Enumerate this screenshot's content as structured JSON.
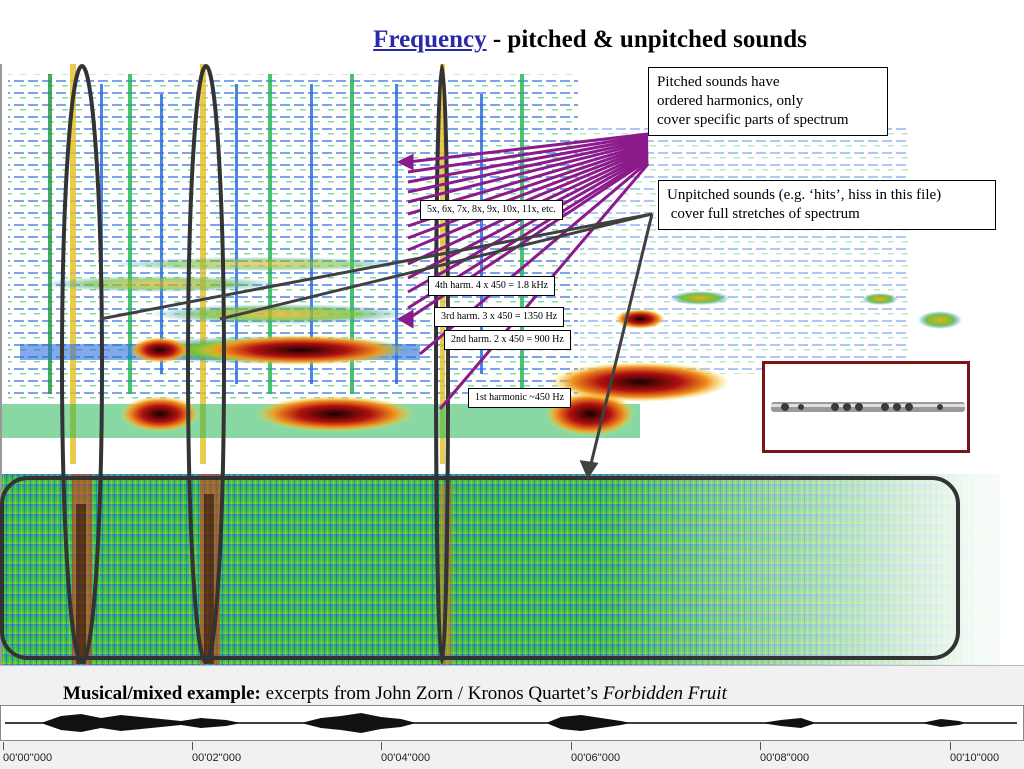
{
  "title": {
    "link_text": "Frequency",
    "rest_text": " - pitched & unpitched sounds"
  },
  "callouts": {
    "pitched": {
      "lines": [
        "Pitched sounds have",
        "ordered harmonics, only",
        "cover specific parts of spectrum"
      ]
    },
    "unpitched": {
      "lines": [
        "Unpitched sounds (e.g. ‘hits’, hiss in this file)",
        " cover full stretches of spectrum"
      ]
    }
  },
  "harmonic_labels": {
    "higher": "5x, 6x, 7x, 8x, 9x, 10x, 11x, etc.",
    "h4": "4th harm. 4 x 450 = 1.8 kHz",
    "h3": "3rd harm. 3 x 450 = 1350 Hz",
    "h2": "2nd harm. 2 x 450 = 900 Hz",
    "h1": "1st harmonic ~450 Hz"
  },
  "caption": {
    "bold": "Musical/mixed example:",
    "text": " excerpts from John Zorn / Kronos Quartet’s ",
    "italic": "Forbidden Fruit"
  },
  "timeline": {
    "ticks": [
      "00'00''000",
      "00'02''000",
      "00'04''000",
      "00'06''000",
      "00'08''000",
      "00'10''000"
    ]
  },
  "colors": {
    "pitched_arrow": "#8b1a8b",
    "unpitched_arrow": "#404040",
    "title_link": "#2a2aa8",
    "flute_frame": "#7a1414"
  },
  "icons": {
    "flute": "flute-image"
  }
}
